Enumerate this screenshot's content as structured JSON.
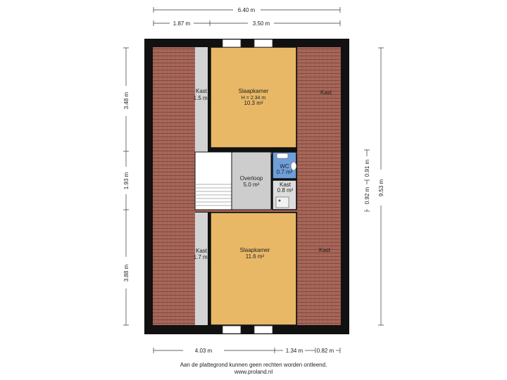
{
  "dimensions": {
    "top_total": "6.40 m",
    "top_left": "1.87 m",
    "top_right": "3.50 m",
    "left_top": "3.48 m",
    "left_mid": "1.93 m",
    "left_bottom": "3.88 m",
    "right_total": "9.53 m",
    "right_inner_a": "0.92 m",
    "right_inner_b": "0.91 m",
    "bottom_a": "4.03 m",
    "bottom_b": "1.34 m",
    "bottom_c": "0.82 m"
  },
  "rooms": {
    "slaapkamer_top": {
      "name": "Slaapkamer",
      "height": "H = 2.34 m",
      "area": "10.3 m²"
    },
    "kast_top_left": {
      "name": "Kast",
      "area": "1.5 m²"
    },
    "kast_top_right": {
      "name": "Kast"
    },
    "overloop": {
      "name": "Overloop",
      "area": "5.0 m²"
    },
    "wc": {
      "name": "WC",
      "area": "0.7 m²"
    },
    "kast_mid": {
      "name": "Kast",
      "area": "0.8 m²"
    },
    "slaapkamer_bottom": {
      "name": "Slaapkamer",
      "area": "11.6 m²"
    },
    "kast_bottom_left": {
      "name": "Kast",
      "area": "1.7 m²"
    },
    "kast_bottom_right": {
      "name": "Kast"
    }
  },
  "footer": {
    "disclaimer": "Aan de plattegrond kunnen geen rechten worden ontleend.",
    "website": "www.proland.nl"
  },
  "colors": {
    "wall": "#111111",
    "bedroom": "#e9b866",
    "roof": "#a9675a",
    "storage": "#d3d3d3",
    "landing": "#cdcdcd",
    "wc": "#6e9fd9"
  }
}
